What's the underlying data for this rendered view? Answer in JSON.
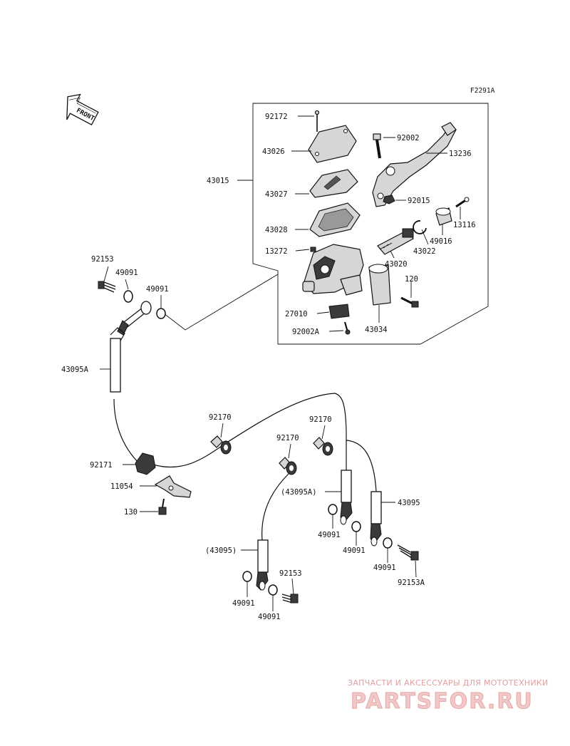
{
  "ref_code": "F2291A",
  "front_label": "FRONT",
  "labels": {
    "p92172": "92172",
    "p43026": "43026",
    "p43015": "43015",
    "p43027": "43027",
    "p43028": "43028",
    "p13272": "13272",
    "p27010": "27010",
    "p92002A": "92002A",
    "p43034": "43034",
    "p120": "120",
    "p43020": "43020",
    "p43022": "43022",
    "p49016": "49016",
    "p13116": "13116",
    "p92015": "92015",
    "p13236": "13236",
    "p92002": "92002",
    "p92153_top": "92153",
    "p49091_a": "49091",
    "p49091_b": "49091",
    "p43095A": "43095A",
    "p92170_a": "92170",
    "p92170_b": "92170",
    "p92170_c": "92170",
    "p92171": "92171",
    "p11054": "11054",
    "p130": "130",
    "p43095A_paren": "(43095A)",
    "p43095": "43095",
    "p49091_c": "49091",
    "p49091_d": "49091",
    "p49091_e": "49091",
    "p92153A": "92153A",
    "p43095_paren": "(43095)",
    "p92153_bottom": "92153",
    "p49091_f": "49091",
    "p49091_g": "49091"
  },
  "watermark": {
    "tagline": "ЗАПЧАСТИ И АКСЕССУАРЫ ДЛЯ МОТОТЕХНИКИ",
    "brand": "PARTSFOR.RU"
  }
}
